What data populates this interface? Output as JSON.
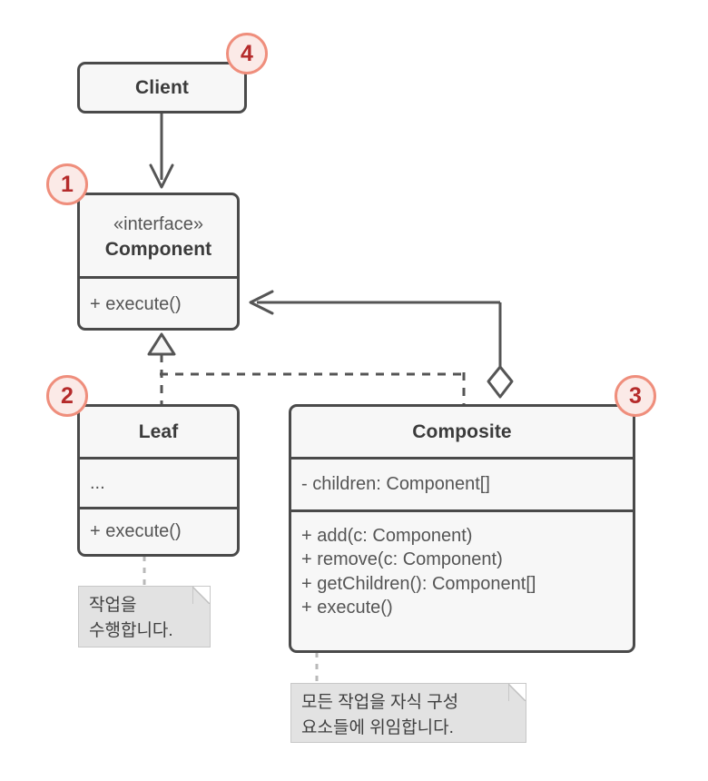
{
  "diagram": {
    "type": "uml-class-diagram",
    "pattern": "Composite",
    "background_color": "#ffffff",
    "box_fill": "#f7f7f7",
    "box_stroke": "#4a4a4a",
    "note_fill": "#e2e2e2",
    "badge_fill": "#fbeae7",
    "badge_stroke": "#ef8e7c",
    "badge_text_color": "#b52b2b"
  },
  "classes": {
    "client": {
      "name": "Client",
      "stereotype": "",
      "attributes": [],
      "operations": []
    },
    "component": {
      "name": "Component",
      "stereotype": "«interface»",
      "attributes": [],
      "operations": [
        "+ execute()"
      ]
    },
    "leaf": {
      "name": "Leaf",
      "stereotype": "",
      "attributes": [
        "..."
      ],
      "operations": [
        "+ execute()"
      ]
    },
    "composite": {
      "name": "Composite",
      "stereotype": "",
      "attributes": [
        "- children: Component[]"
      ],
      "operations": [
        "+ add(c: Component)",
        "+ remove(c: Component)",
        "+ getChildren(): Component[]",
        "+ execute()"
      ]
    }
  },
  "notes": {
    "leaf_note": "작업을\n수행합니다.",
    "composite_note": "모든 작업을 자식 구성\n요소들에 위임합니다."
  },
  "badges": [
    {
      "label": "1",
      "target": "component"
    },
    {
      "label": "2",
      "target": "leaf"
    },
    {
      "label": "3",
      "target": "composite"
    },
    {
      "label": "4",
      "target": "client"
    }
  ],
  "relations": [
    {
      "kind": "association",
      "from": "Client",
      "to": "Component",
      "arrow": "open-arrow"
    },
    {
      "kind": "realization",
      "from": "Leaf",
      "to": "Component",
      "arrow": "hollow-triangle",
      "line": "dashed"
    },
    {
      "kind": "realization",
      "from": "Composite",
      "to": "Component",
      "arrow": "hollow-triangle",
      "line": "dashed"
    },
    {
      "kind": "aggregation",
      "from": "Composite",
      "to": "Component",
      "arrow": "open-diamond"
    }
  ]
}
